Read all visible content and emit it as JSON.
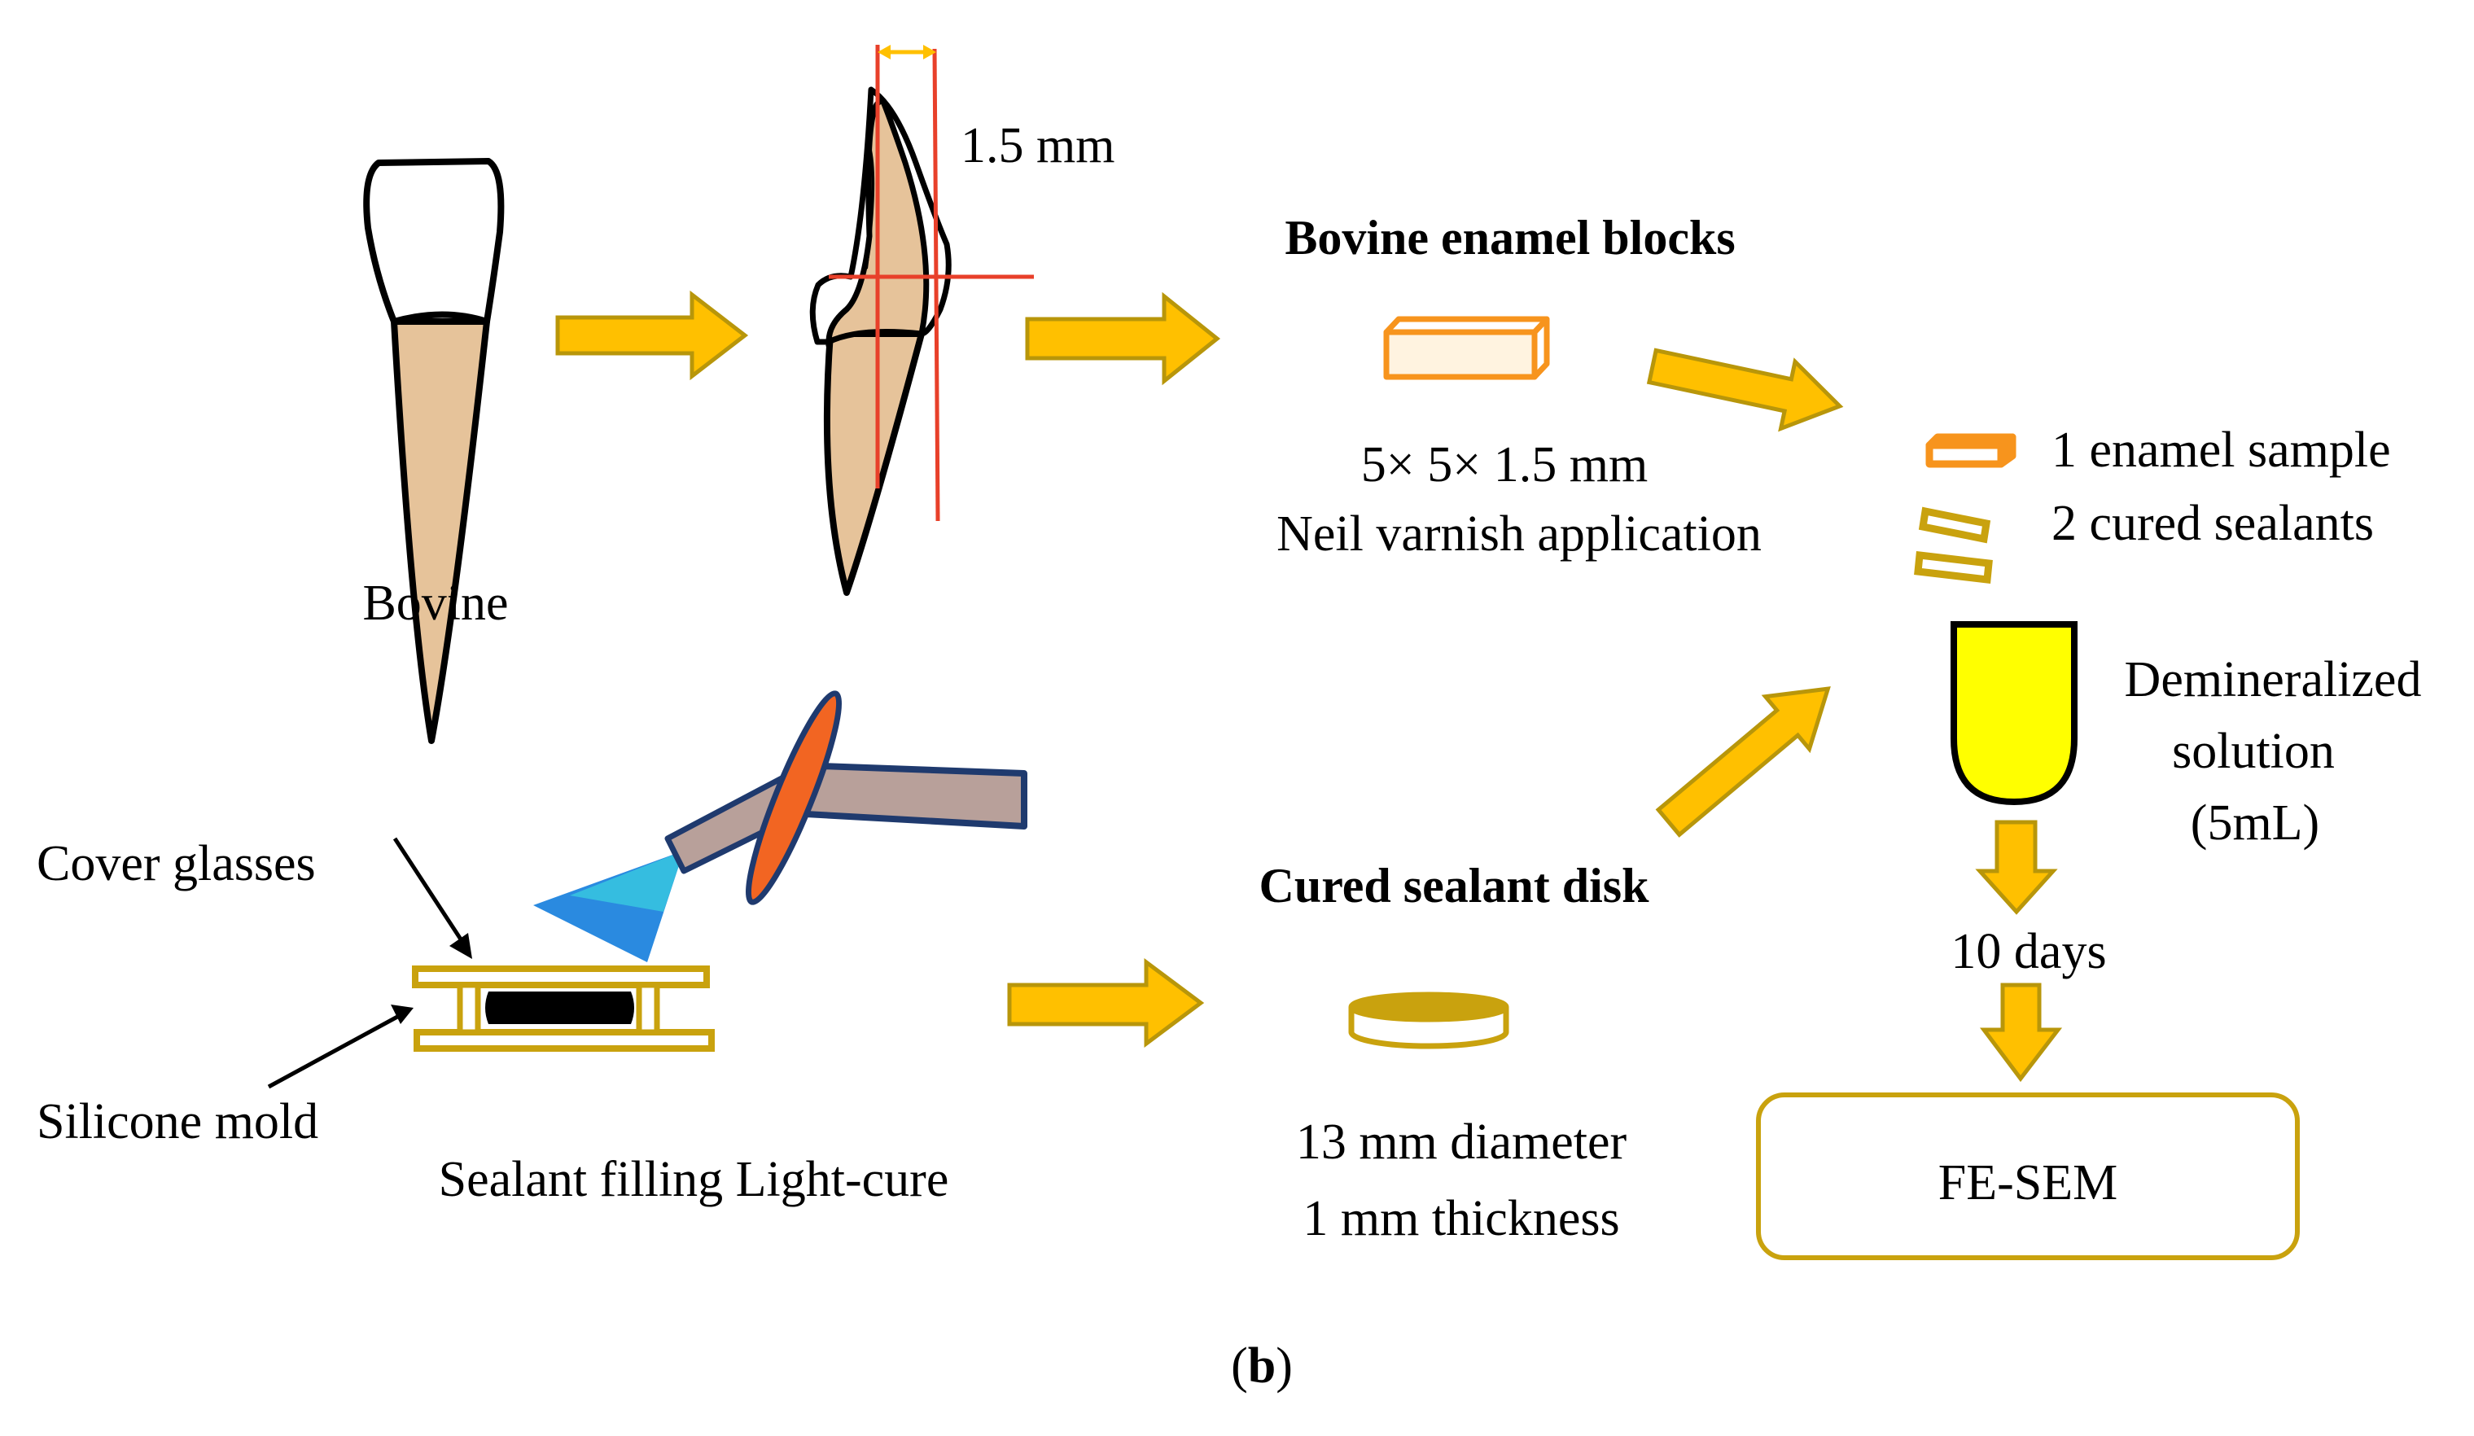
{
  "labels": {
    "bovine": "Bovine",
    "dimension_15": "1.5 mm",
    "enamel_blocks_title": "Bovine enamel blocks",
    "block_size": "5× 5× 1.5 mm",
    "nail_varnish": "Neil varnish application",
    "enamel_sample": "1 enamel sample",
    "cured_sealants": "2 cured sealants",
    "demineralized": "Demineralized",
    "solution": "solution",
    "volume": "(5mL)",
    "ten_days": "10 days",
    "fe_sem": "FE-SEM",
    "cover_glasses": "Cover glasses",
    "silicone_mold": "Silicone mold",
    "filling_caption": "Sealant filling Light-cure",
    "sealant_disk_title": "Cured sealant disk",
    "disk_diameter": "13 mm diameter",
    "disk_thickness": "1 mm  thickness",
    "panel_label_open": "(",
    "panel_label_letter": "b",
    "panel_label_close": ")"
  },
  "colors": {
    "arrow_fill": "#ffc000",
    "arrow_stroke": "#b8960a",
    "gold_outline": "#c9a20e",
    "crown": "#ffffff",
    "root": "#e6c39a",
    "cut_line": "#e8402a",
    "dimension_arrow": "#ffc000",
    "enamel_block": "#f7941d",
    "solution_fill": "#ffff00",
    "lamp_head": "#f26522",
    "lamp_body": "#b8a09a",
    "lamp_outline": "#1f3a6e",
    "light_cone_top": "#3ee0e0",
    "light_cone_bottom": "#1040e0"
  },
  "icons": [
    "tooth-icon",
    "sectioned-tooth-icon",
    "enamel-block-icon",
    "sealant-disk-icon",
    "test-tube-icon",
    "curing-light-icon",
    "light-beam-icon",
    "cover-glass-icon",
    "silicone-mold-icon"
  ]
}
